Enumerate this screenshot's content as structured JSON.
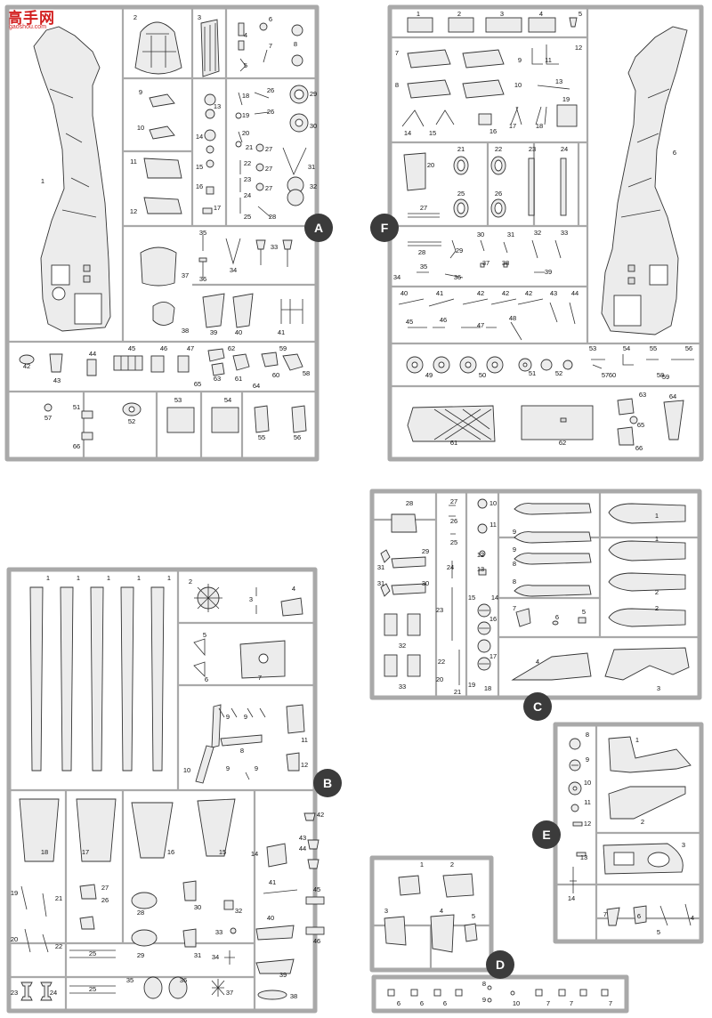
{
  "watermark": {
    "main": "高手网",
    "sub": "gaoshou.com"
  },
  "sheets": {
    "A": {
      "letter": "A",
      "labels": [
        "1",
        "2",
        "3",
        "4",
        "5",
        "6",
        "7",
        "8",
        "9",
        "10",
        "11",
        "12",
        "13",
        "14",
        "15",
        "16",
        "17",
        "18",
        "19",
        "20",
        "21",
        "22",
        "23",
        "24",
        "25",
        "26",
        "26",
        "27",
        "27",
        "27",
        "28",
        "29",
        "30",
        "31",
        "32",
        "33",
        "34",
        "35",
        "36",
        "37",
        "38",
        "39",
        "40",
        "41",
        "42",
        "43",
        "44",
        "45",
        "46",
        "47",
        "51",
        "52",
        "53",
        "54",
        "55",
        "56",
        "57",
        "58",
        "59",
        "60",
        "61",
        "62",
        "63",
        "64",
        "65",
        "66"
      ]
    },
    "F": {
      "letter": "F",
      "labels": [
        "1",
        "2",
        "3",
        "4",
        "5",
        "6",
        "7",
        "8",
        "9",
        "10",
        "11",
        "12",
        "13",
        "14",
        "15",
        "16",
        "17",
        "18",
        "19",
        "20",
        "21",
        "22",
        "23",
        "24",
        "25",
        "26",
        "27",
        "28",
        "29",
        "30",
        "31",
        "32",
        "33",
        "34",
        "35",
        "36",
        "37",
        "38",
        "39",
        "40",
        "41",
        "42",
        "42",
        "42",
        "43",
        "44",
        "45",
        "46",
        "47",
        "48",
        "49",
        "50",
        "51",
        "52",
        "53",
        "54",
        "55",
        "56",
        "57",
        "58",
        "59",
        "60",
        "61",
        "62",
        "63",
        "64",
        "65",
        "66"
      ]
    },
    "B": {
      "letter": "B",
      "labels": [
        "1",
        "1",
        "1",
        "1",
        "1",
        "2",
        "3",
        "4",
        "5",
        "6",
        "7",
        "8",
        "9",
        "9",
        "9",
        "9",
        "10",
        "11",
        "12",
        "14",
        "15",
        "16",
        "17",
        "18",
        "19",
        "20",
        "21",
        "22",
        "23",
        "24",
        "25",
        "25",
        "26",
        "27",
        "28",
        "29",
        "30",
        "31",
        "32",
        "33",
        "34",
        "35",
        "36",
        "37",
        "38",
        "39",
        "40",
        "41",
        "42",
        "43",
        "44",
        "45",
        "46"
      ]
    },
    "C": {
      "letter": "C",
      "labels": [
        "1",
        "1",
        "2",
        "2",
        "3",
        "4",
        "5",
        "6",
        "7",
        "8",
        "8",
        "9",
        "9",
        "10",
        "11",
        "12",
        "13",
        "14",
        "15",
        "16",
        "17",
        "18",
        "19",
        "20",
        "21",
        "22",
        "23",
        "24",
        "25",
        "26",
        "27",
        "28",
        "29",
        "30",
        "31",
        "31",
        "32",
        "33"
      ]
    },
    "E": {
      "letter": "E",
      "labels": [
        "1",
        "2",
        "3",
        "4",
        "5",
        "6",
        "7",
        "8",
        "9",
        "10",
        "11",
        "12",
        "13",
        "14"
      ]
    },
    "D": {
      "letter": "D",
      "labels": [
        "1",
        "2",
        "3",
        "4",
        "5",
        "6",
        "6",
        "6",
        "7",
        "7",
        "7",
        "8",
        "9",
        "10"
      ]
    }
  },
  "colors": {
    "frame": "#a9a9a9",
    "part_fill": "#ececec",
    "part_stroke": "#333333",
    "badge": "#3b3b3b",
    "badge_text": "#ffffff",
    "watermark": "#d21f1f"
  }
}
